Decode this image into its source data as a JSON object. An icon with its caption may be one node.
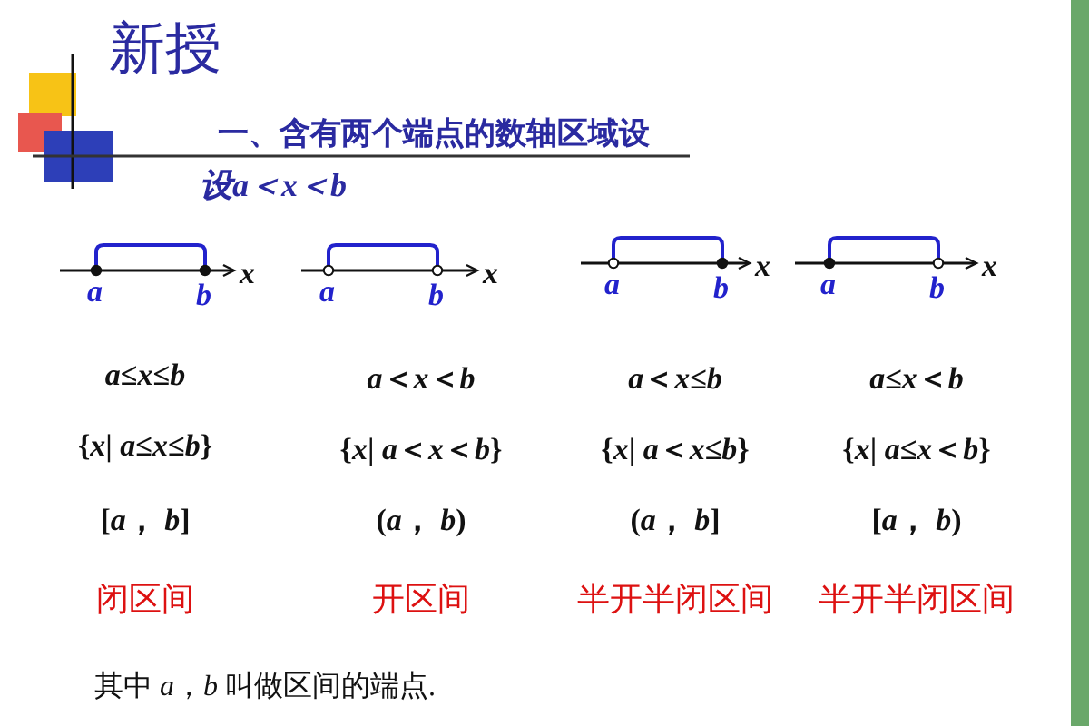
{
  "diagram": {
    "title": "新授",
    "labels": [
      "一、含有两个端点的数轴区域设",
      "设a＜x＜b",
      "a",
      "b",
      "x",
      "a",
      "b",
      "x",
      "a",
      "b",
      "x",
      "a",
      "b",
      "x",
      "*a*≤*x*≤*b*",
      "*a*＜*x*＜*b*",
      "*a*＜*x*≤*b*",
      "*a*≤*x*＜*b*",
      "{*x*| *a*≤*x*≤*b*}",
      "{*x*| *a*＜*x*＜*b*}",
      "{*x*| *a*＜*x*≤*b*}",
      "{*x*| *a*≤*x*＜*b*}",
      "[*a*， *b*]",
      "(*a*， *b*)",
      "(*a*， *b*]",
      "[*a*， *b*)",
      "闭区间",
      "开区间",
      "半开半闭区间",
      "半开半闭区间",
      "其中 *a*，*b* 叫做区间的端点."
    ]
  }
}
